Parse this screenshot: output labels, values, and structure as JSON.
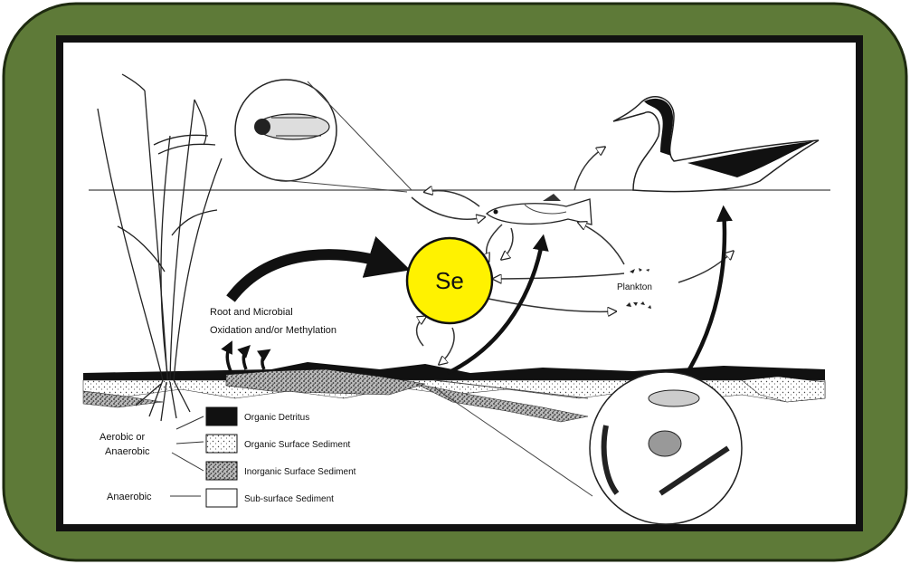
{
  "colors": {
    "outer_frame": "#5e7a38",
    "panel_border": "#111111",
    "panel_bg": "#ffffff",
    "selenium_circle": "#fff200"
  },
  "center": {
    "label": "Se"
  },
  "labels": {
    "process": [
      "Root and Microbial",
      "Oxidation and/or Methylation"
    ],
    "plankton": "Plankton"
  },
  "legend": {
    "condition_aerobic": [
      "Aerobic or",
      "Anaerobic"
    ],
    "condition_anaerobic": "Anaerobic",
    "items": [
      {
        "pattern": "solid-black",
        "label": "Organic Detritus"
      },
      {
        "pattern": "light-stipple",
        "label": "Organic Surface Sediment"
      },
      {
        "pattern": "dark-stipple",
        "label": "Inorganic Surface Sediment"
      },
      {
        "pattern": "blank",
        "label": "Sub-surface Sediment"
      }
    ]
  },
  "illustrations": [
    "emergent-aquatic-plant",
    "water-flea-magnified",
    "pintail-duck",
    "mosquitofish",
    "benthic-invertebrates-magnified"
  ]
}
